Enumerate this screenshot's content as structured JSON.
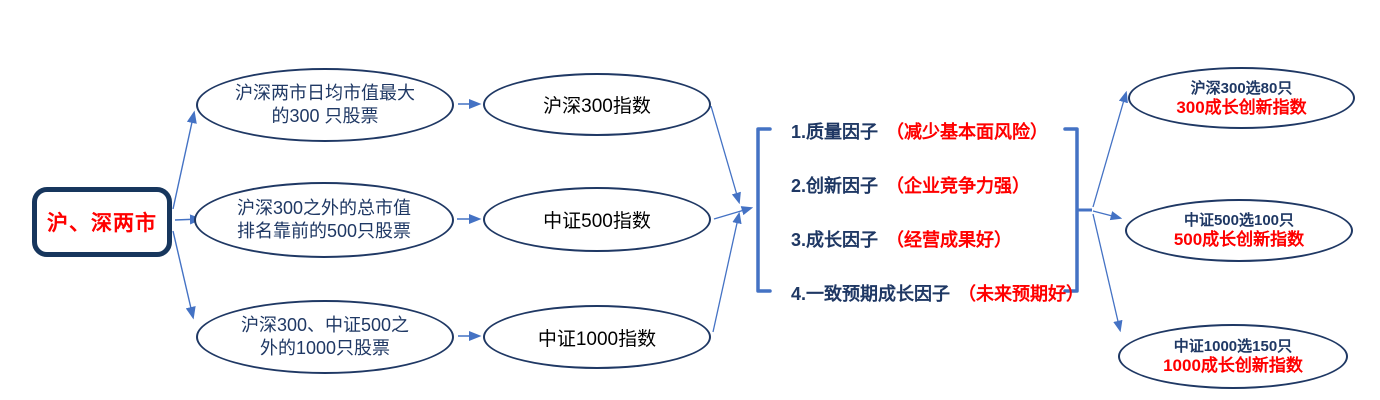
{
  "root": {
    "label": "沪、深两市"
  },
  "selection_nodes": [
    {
      "lines": [
        "沪深两市日均市值最大",
        "的300 只股票"
      ]
    },
    {
      "lines": [
        "沪深300之外的总市值",
        "排名靠前的500只股票"
      ]
    },
    {
      "lines": [
        "沪深300、中证500之",
        "外的1000只股票"
      ]
    }
  ],
  "index_nodes": [
    {
      "label": "沪深300指数"
    },
    {
      "label": "中证500指数"
    },
    {
      "label": "中证1000指数"
    }
  ],
  "factors": [
    {
      "name": "1.质量因子",
      "note": "（减少基本面风险）"
    },
    {
      "name": "2.创新因子",
      "note": "（企业竞争力强）"
    },
    {
      "name": "3.成长因子",
      "note": "（经营成果好）"
    },
    {
      "name": "4.一致预期成长因子",
      "note": "（未来预期好）"
    }
  ],
  "result_nodes": [
    {
      "line1": "沪深300选80只",
      "line2": "300成长创新指数"
    },
    {
      "line1": "中证500选100只",
      "line2": "500成长创新指数"
    },
    {
      "line1": "中证1000选150只",
      "line2": "1000成长创新指数"
    }
  ],
  "colors": {
    "navy_text": "#1F3864",
    "red_text": "#FF0000",
    "connector_blue": "#4472C4",
    "box_border": "#17365D"
  }
}
